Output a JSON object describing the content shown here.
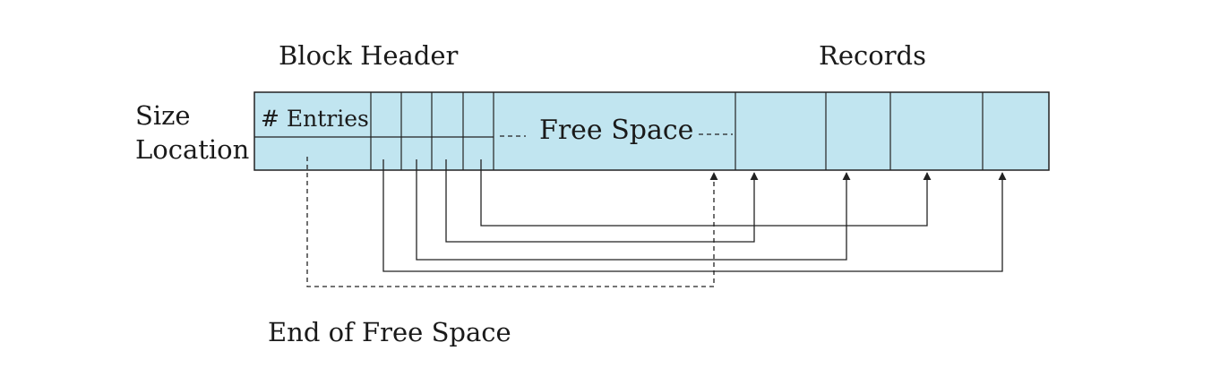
{
  "labels": {
    "block_header": "Block Header",
    "records": "Records",
    "size": "Size",
    "location": "Location",
    "entries": "# Entries",
    "free_space": "Free Space",
    "end_of_free_space": "End of Free Space"
  },
  "colors": {
    "block_fill": "#c1e5f0",
    "stroke": "#222222"
  }
}
